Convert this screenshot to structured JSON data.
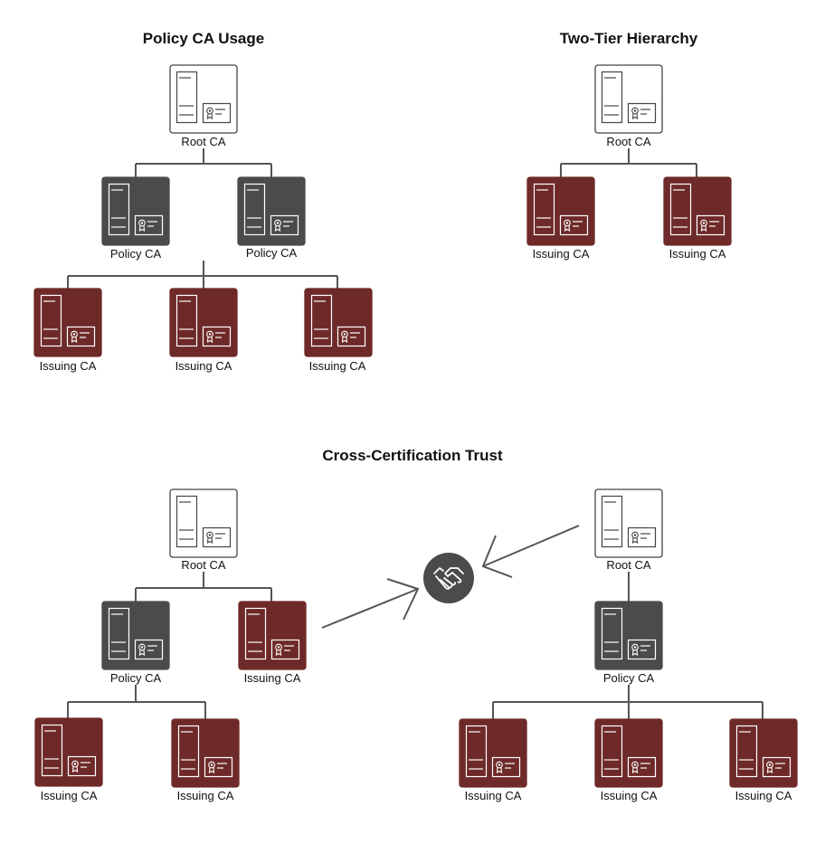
{
  "titles": {
    "policy_usage": "Policy CA Usage",
    "two_tier": "Two-Tier Hierarchy",
    "cross_cert": "Cross-Certification Trust"
  },
  "colors": {
    "root": "#ffffff",
    "policy": "#4b4b4b",
    "issuing": "#6e2a28",
    "line": "#555555",
    "handshake": "#4b4b4b"
  },
  "icons": {
    "server": "server-certificate-icon",
    "trust": "handshake-icon"
  },
  "diagrams": {
    "policy_usage": {
      "root": "Root CA",
      "policy": [
        "Policy CA",
        "Policy CA"
      ],
      "issuing": [
        "Issuing CA",
        "Issuing CA",
        "Issuing CA"
      ]
    },
    "two_tier": {
      "root": "Root CA",
      "issuing": [
        "Issuing CA",
        "Issuing CA"
      ]
    },
    "cross_left": {
      "root": "Root CA",
      "policy": "Policy CA",
      "issuing_right": "Issuing CA",
      "issuing": [
        "Issuing CA",
        "Issuing CA"
      ]
    },
    "cross_right": {
      "root": "Root CA",
      "policy": "Policy CA",
      "issuing": [
        "Issuing CA",
        "Issuing CA",
        "Issuing CA"
      ]
    }
  }
}
